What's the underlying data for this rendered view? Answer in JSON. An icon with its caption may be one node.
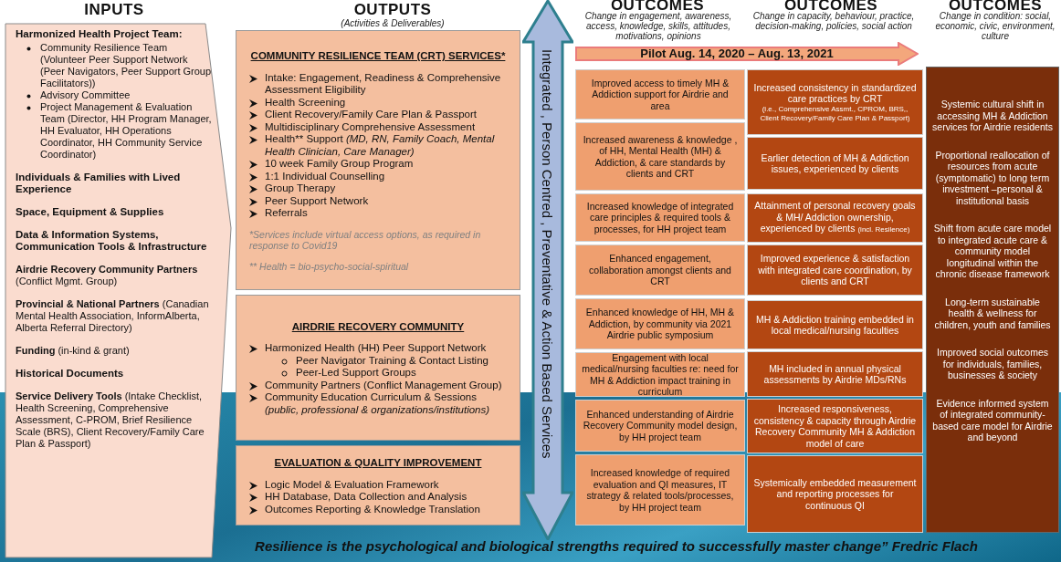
{
  "diagram": {
    "caption": "Resilience is the psychological and biological strengths required to successfully master change” Fredric Flach",
    "nodes": [
      {
        "text": [
          "Harmonized Health Project Team:",
          "Community Resilience Team (Volunteer Peer Support Network (Peer Navigators, Peer Support Group Facilitators))",
          "Advisory Committee",
          "Project Management & Evaluation Team (Director, HH Program Manager, HH Evaluator, HH Operations Coordinator, HH Community Service Coordinator)",
          "Individuals & Families with Lived Experience",
          "Space, Equipment & Supplies",
          "Data & Information Systems, Communication Tools & Infrastructure",
          "**Airdrie Recovery Community Partners** (Conflict Mgmt. Group)",
          "**Provincial & National Partners** (Canadian Mental Health Association, InformAlberta, Alberta Referral Directory)",
          "**Funding** (in-kind & grant)",
          "Historical Documents",
          "**Service Delivery Tools** (Intake Checklist, Health Screening, Comprehensive Assessment, C-PROM, Brief Resilience Scale (BRS), Client Recovery/Family Care Plan & Passport)"
        ]
      },
      {
        "text": [
          "COMMUNITY RESILIENCE TEAM (CRT) SERVICES*",
          "Intake: Engagement, Readiness & Comprehensive Assessment Eligibility",
          "Health Screening",
          "Client Recovery/Family Care Plan & Passport",
          "Multidisciplinary Comprehensive Assessment",
          "Health** Support",
          "(MD, RN, Family Coach, Mental Health Clinician, Care Manager)",
          "10 week Family Group Program",
          "1:1 Individual Counselling",
          "Group Therapy",
          "Peer Support Network",
          "Referrals",
          "*Services include virtual access options, as required in response to Covid19",
          "** Health = bio-psycho-social-spiritual"
        ]
      },
      {
        "text": [
          "AIRDRIE RECOVERY COMMUNITY",
          "Harmonized Health (HH) Peer Support Network",
          "Peer Navigator Training & Contact Listing",
          "Peer-Led Support Groups",
          "Community Partners (Conflict Management Group)",
          "Community Education Curriculum & Sessions",
          "(public, professional & organizations/institutions)"
        ]
      },
      {
        "text": [
          "EVALUATION & QUALITY IMPROVEMENT",
          "Logic Model & Evaluation Framework",
          "HH Database, Data Collection and Analysis",
          "Outcomes Reporting & Knowledge Translation"
        ]
      },
      {
        "text": [
          "Integrated , Person Centred , Preventative & Action Based Services"
        ]
      },
      {
        "text": [
          "Pilot Aug. 14, 2020 – Aug. 13, 2021"
        ]
      },
      {
        "text": [
          "Improved access to timely MH & Addiction support for Airdrie and area"
        ]
      },
      {
        "text": [
          "Increased awareness & knowledge , of HH, Mental Health (MH) & Addiction, & care standards by clients and CRT"
        ]
      },
      {
        "text": [
          "Increased knowledge of integrated care principles & required tools & processes, for HH project team"
        ]
      },
      {
        "text": [
          "Enhanced engagement, collaboration amongst clients and CRT"
        ]
      },
      {
        "text": [
          "Enhanced knowledge of HH, MH & Addiction, by community via 2021 Airdrie public symposium"
        ]
      },
      {
        "text": [
          "Engagement with local medical/nursing faculties re: need for MH & Addiction impact training in curriculum"
        ]
      },
      {
        "text": [
          "Enhanced understanding of Airdrie Recovery Community model design, by HH project team"
        ]
      },
      {
        "text": [
          "Increased knowledge of required evaluation and QI measures, IT strategy & related tools/processes, by HH project team"
        ]
      },
      {
        "text": [
          "Increased consistency in standardized care practices by CRT",
          "(i.e., Comprehensive Assmt., CPROM, BRS,, Client Recovery/Family Care Plan & Passport)"
        ]
      },
      {
        "text": [
          "Earlier detection of MH & Addiction issues, experienced by clients"
        ]
      },
      {
        "text": [
          "Attainment of personal recovery goals & MH/ Addiction ownership, experienced by clients",
          "(incl. Resilence)"
        ]
      },
      {
        "text": [
          "Improved experience & satisfaction with integrated care coordination, by clients and CRT"
        ]
      },
      {
        "text": [
          "MH & Addiction training embedded in local medical/nursing faculties"
        ]
      },
      {
        "text": [
          "MH included in annual physical assessments by Airdrie MDs/RNs"
        ]
      },
      {
        "text": [
          "Increased responsiveness, consistency & capacity through Airdrie Recovery Community MH & Addiction model of care"
        ]
      },
      {
        "text": [
          "Systemically embedded measurement and reporting processes for continuous QI"
        ]
      },
      {
        "text": [
          "Systemic cultural shift in accessing MH & Addiction services for Airdrie residents",
          "Proportional reallocation of resources from acute (symptomatic) to long term investment –personal & institutional basis",
          "Shift from acute care model to integrated acute care & community model longitudinal within the chronic disease framework",
          "Long-term sustainable health & wellness for children, youth and families",
          "Improved social outcomes for individuals, families, businesses & society",
          "Evidence informed system of integrated community-based care model for Airdrie and beyond"
        ]
      }
    ],
    "labels": [
      "INPUTS",
      "OUTPUTS",
      "(Activities & Deliverables)",
      "OUTCOMES",
      "Change in engagement, awareness, access, knowledge, skills, attitudes, motivations, opinions",
      "OUTCOMES",
      "Change in capacity, behaviour, practice, decision-making, policies, social action",
      "OUTCOMES",
      "Change in condition: social, economic, civic, environment, culture"
    ]
  }
}
